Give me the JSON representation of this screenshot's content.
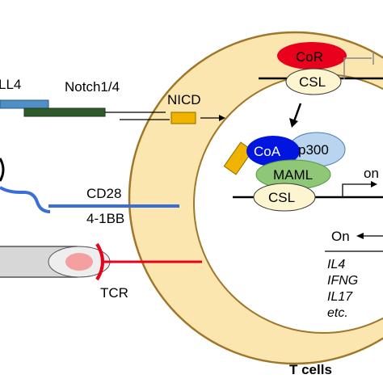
{
  "labels": {
    "dll4": "LL4",
    "notch": "Notch1/4",
    "nicd": "NICD",
    "cor": "CoR",
    "csl_top": "CSL",
    "coa": "CoA",
    "p300": "p300",
    "maml": "MAML",
    "csl_bottom": "CSL",
    "on_right": "on",
    "cd28": "CD28",
    "bb41": "4-1BB",
    "tcr": "TCR",
    "on_left": "On",
    "genes": [
      "IL4",
      "IFNG",
      "IL17",
      "etc."
    ],
    "cell_title": "T cells"
  },
  "colors": {
    "cell_fill": "#fbe6b0",
    "cell_stroke": "#a0772a",
    "nucleus_fill": "#ffffff",
    "cor": "#e8001c",
    "csl": "#fdf5d0",
    "coa": "#0016e0",
    "p300": "#b8d4ee",
    "maml": "#8ec776",
    "nicd": "#f0b400",
    "ligand_blue": "#4f8fc6",
    "notch_green": "#2f5a2a",
    "receptor_blue": "#3b6fd8",
    "tcr_red": "#e8001c",
    "apc_grey": "#d7d7d7",
    "mhc_pink": "#f4a0a0"
  }
}
